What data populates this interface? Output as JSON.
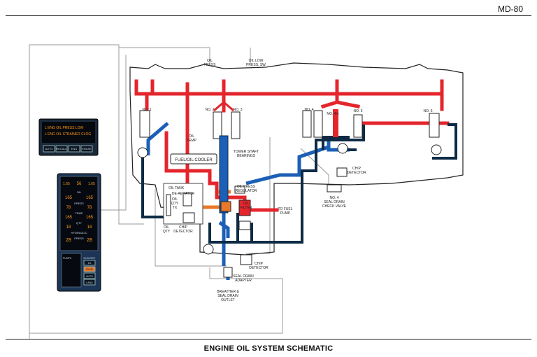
{
  "header": {
    "model": "MD-80"
  },
  "footer": {
    "title": "ENGINE OIL SYSTEM SCHEMATIC"
  },
  "labels": {
    "oil_press": [
      "OIL",
      "PRESS"
    ],
    "oil_low_press_sw": [
      "OIL LOW",
      "PRESS. SW"
    ],
    "no1": "NO. 1",
    "no2": "NO. 2",
    "no3": "NO. 3",
    "no4": "NO. 4",
    "no45": "NO. 4½",
    "no5": "NO. 5",
    "no6": "NO. 6",
    "oil_temp": [
      "OIL",
      "TEMP"
    ],
    "fuel_oil_cooler": "FUEL/OIL COOLER",
    "tower_shaft": [
      "TOWER SHAFT",
      "BEARINGS"
    ],
    "oil_tank": "OIL TANK",
    "deaerator": "DE-AERATOR",
    "oil_qty_tx": [
      "OIL",
      "QTY",
      "TX"
    ],
    "oil_press_regulator": [
      "OIL PRESS",
      "REGULATOR"
    ],
    "oil_filter": [
      "OIL",
      "FILTER"
    ],
    "to_fuel_pump": [
      "TO FUEL",
      "PUMP"
    ],
    "oil_qty": [
      "OIL",
      "QTY"
    ],
    "chip_detector_left": [
      "CHIP",
      "DETECTOR"
    ],
    "chip_detector_bottom": [
      "CHIP",
      "DETECTOR"
    ],
    "chip_detector_right": [
      "CHIP",
      "DETECTOR"
    ],
    "no4_seal_drain": [
      "NO. 4",
      "SEAL DRAIN",
      "CHECK VALVE"
    ],
    "seal_drain_adapter": [
      "SEAL DRAIN",
      "ADAPTER"
    ],
    "breather_outlet": [
      "BREATHER &",
      "SEAL DRAIN",
      "OUTLET"
    ]
  },
  "annunciator": {
    "lines": [
      "L ENG OIL PRESS LOW",
      "L ENG OIL STRAINER CLOG"
    ],
    "buttons": [
      "AUTO",
      "RECALL",
      "ENG",
      "ERASE"
    ]
  },
  "engine_display": {
    "epr_row": [
      "1.65",
      "56",
      "1.65"
    ],
    "rows": [
      {
        "label": "OIL",
        "left": "165",
        "right": "165"
      },
      {
        "label": "PRESS",
        "left": "78",
        "right": "78"
      },
      {
        "label": "TEMP",
        "left": "165",
        "right": "165"
      },
      {
        "label": "QTY",
        "left": "18",
        "right": "18"
      }
    ],
    "hydraulic": {
      "label": "HYDRAULIC",
      "left": "28",
      "right": "28",
      "sub": "PRESS"
    },
    "side_buttons": [
      "PUMPS",
      "ELEC/EXT",
      "1/2",
      "OVHD",
      "AUTO",
      "LAND"
    ]
  },
  "colors": {
    "pressure": "#e4262c",
    "scavenge": "#1b5fb6",
    "return": "#0e2b45",
    "supply": "#e8792a",
    "breather": "#777777"
  }
}
